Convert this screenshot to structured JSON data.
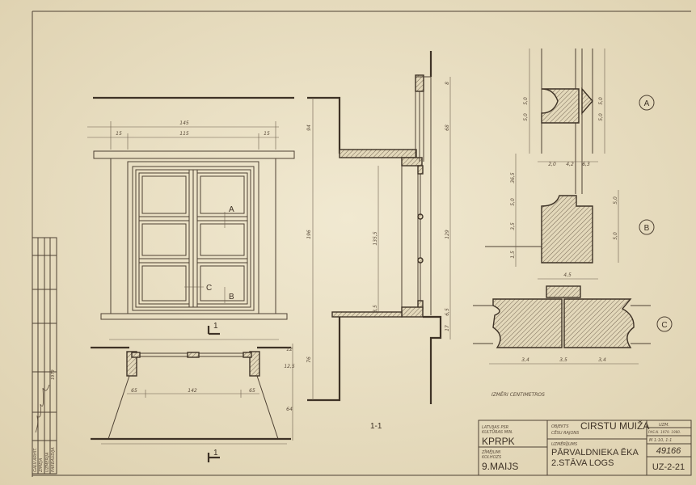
{
  "drawing": {
    "section_label": "1-1",
    "section_marker": "1",
    "detail_labels": [
      "A",
      "B",
      "C"
    ],
    "elevation_callouts": [
      "A",
      "B",
      "C"
    ],
    "units_note": "IZMĒRI CENTIMETROS",
    "dimensions": {
      "elevation_top": [
        "145",
        "15",
        "115",
        "15"
      ],
      "plan": [
        "65",
        "142",
        "65"
      ],
      "plan_side": [
        "12",
        "12,5",
        "64"
      ],
      "section_left": [
        "94",
        "196",
        "76"
      ],
      "section_inner": [
        "135,5",
        "3,5"
      ],
      "section_right": [
        "8",
        "68",
        "129",
        "6,5",
        "17"
      ],
      "detail_a": [
        "5,0",
        "5,0",
        "5,0",
        "5,0"
      ],
      "detail_b_top": [
        "2,0",
        "4,2",
        "6,3"
      ],
      "detail_b_side": [
        "36,5",
        "5,0",
        "3,5",
        "1,5",
        "5,0",
        "5,0"
      ],
      "detail_b_bottom": "4,5",
      "detail_c": [
        "3,4",
        "3,5",
        "3,4"
      ]
    }
  },
  "title_block": {
    "org_line1": "LATVIJAS PSR",
    "org_line2": "KULTŪRAS MIN.",
    "org_name": "KPRPK",
    "drawers_label": "ZĪMĒJUMI",
    "drawers_sub": "KOLHOZS",
    "kolhoz": "9.MAIJS",
    "object_label": "OBJEKTS",
    "object_name": "CIRSTU MUIŽA",
    "district": "CĒSU RAJONS",
    "measure_label": "UZMĒRĪJUMS",
    "title_line1": "PĀRVALDNIEKA ĒKA",
    "title_line2": "2.STĀVA LOGS",
    "code_label": "UZM.",
    "date": "PAS.N. 1979. 1980.",
    "scale": "M 1:10, 1:1",
    "inventory_no": "49166",
    "sheet_no": "UZ-2-21"
  },
  "side_stamp": {
    "rows": [
      "GALV.ARHIT.",
      "ZĪMĒJA",
      "UZMĒRĪJA",
      "PĀRBAUDĪJA"
    ],
    "signature": "signature",
    "date": "1979"
  }
}
